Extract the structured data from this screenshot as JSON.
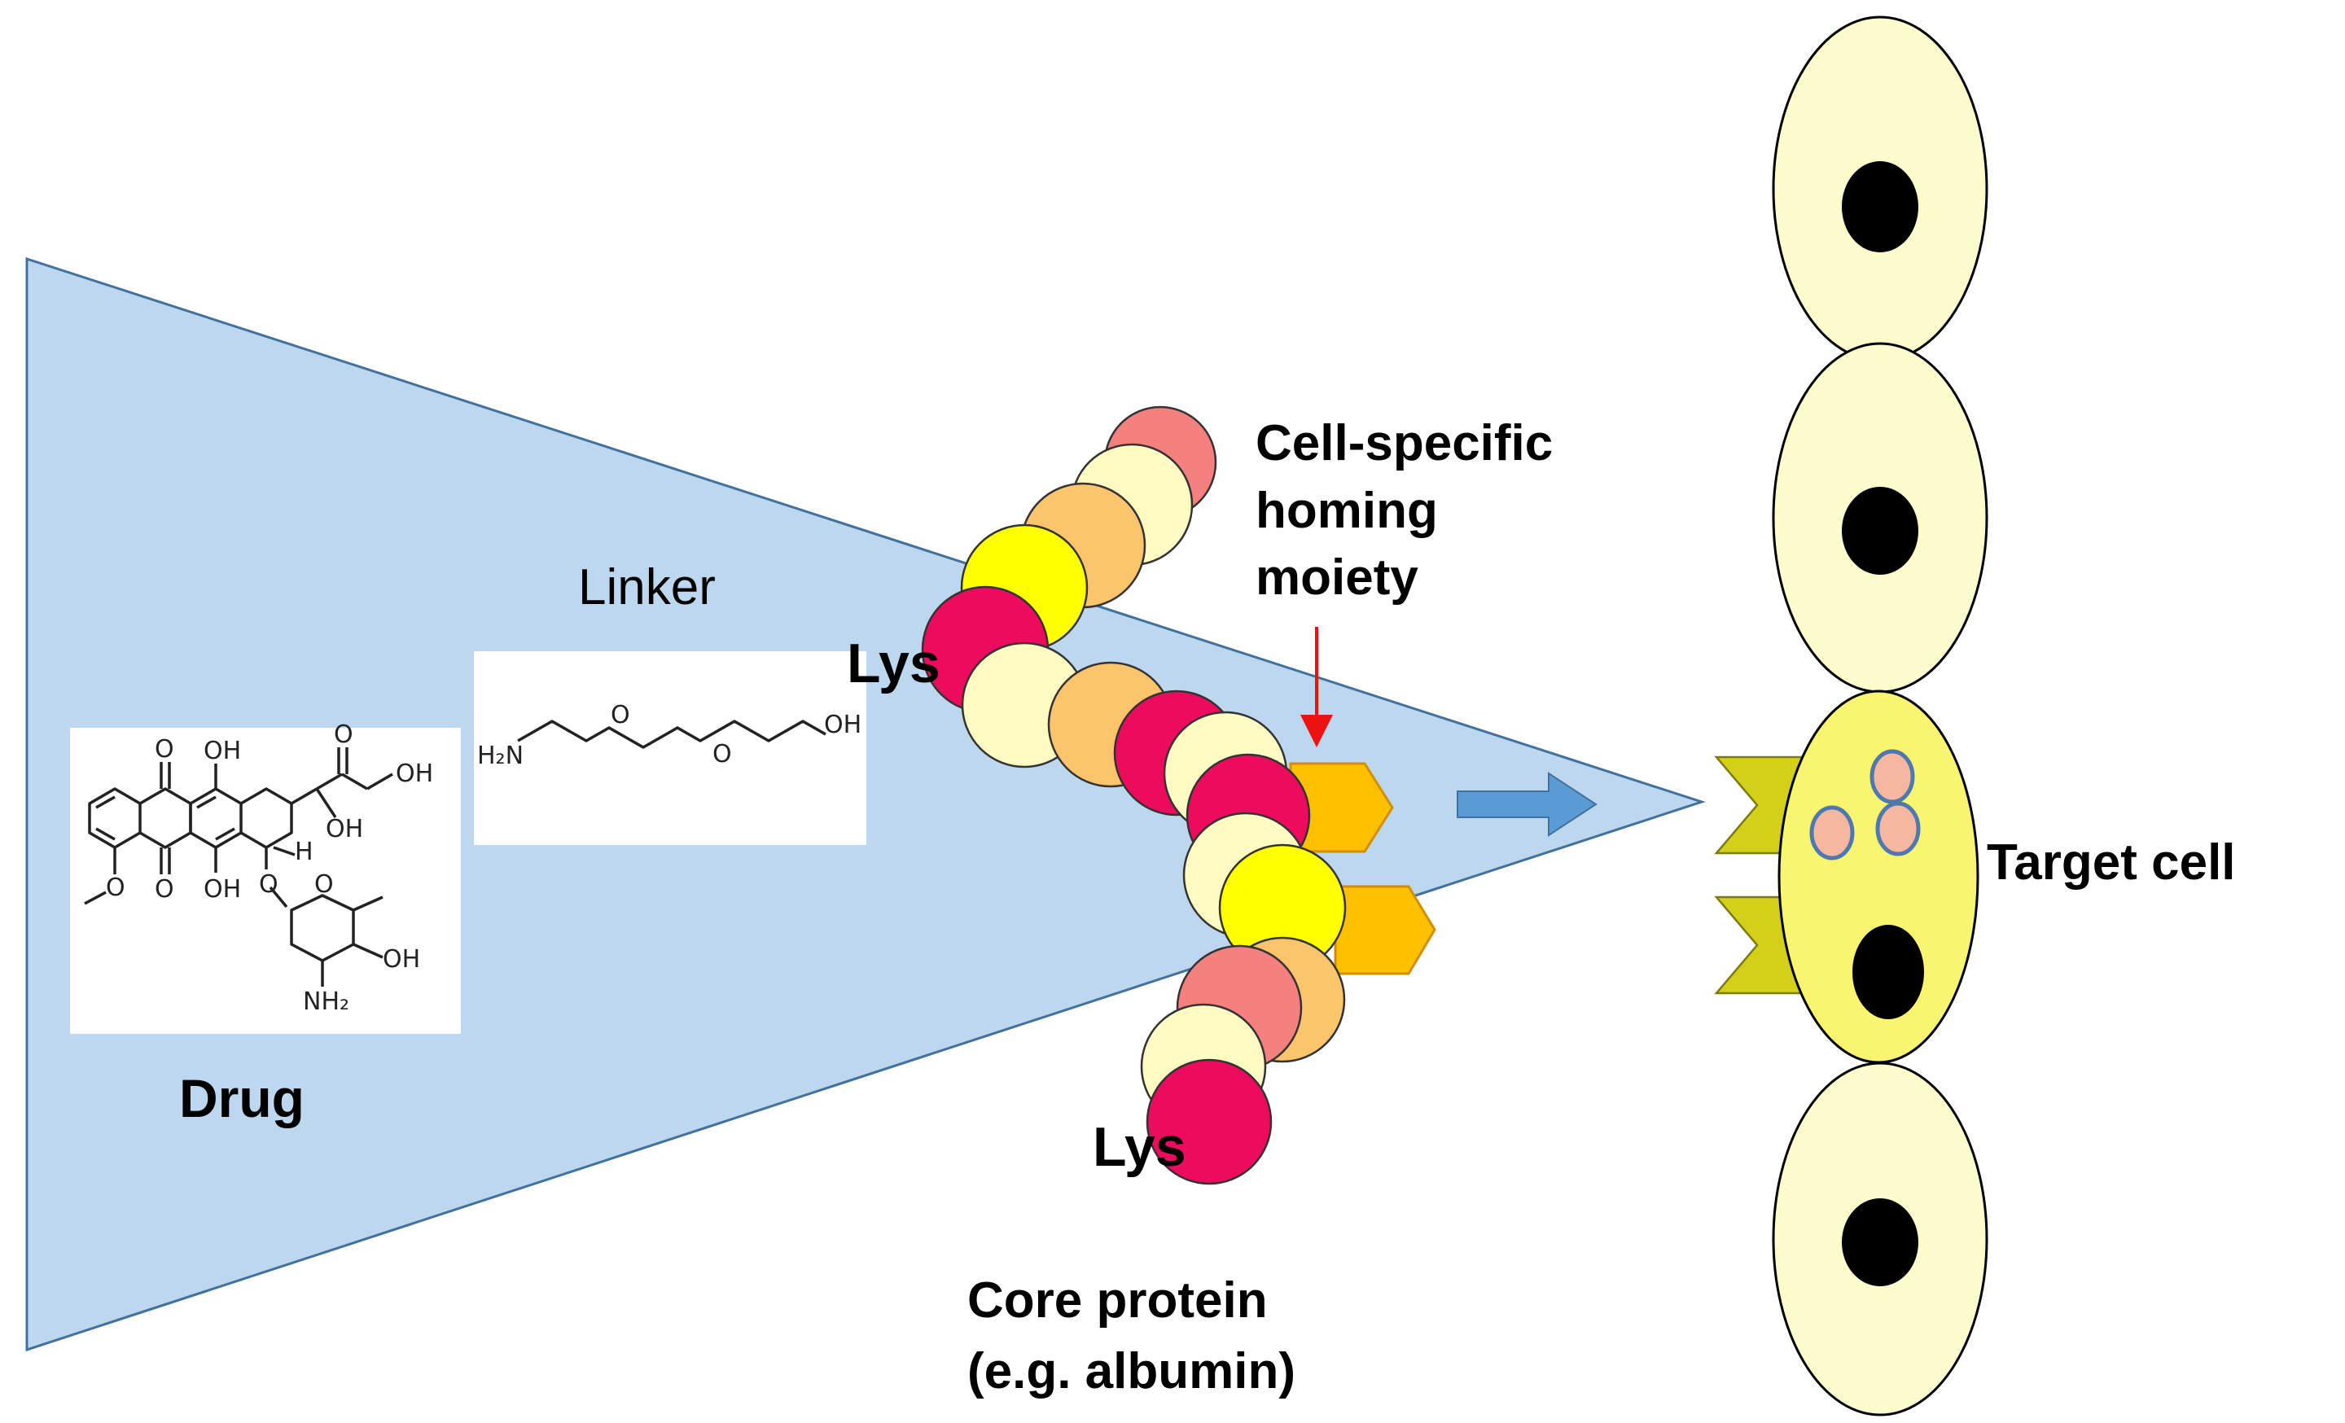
{
  "labels": {
    "linker": "Linker",
    "drug": "Drug",
    "lys_upper": "Lys",
    "lys_lower": "Lys",
    "homing_line1": "Cell-specific",
    "homing_line2": "homing",
    "homing_line3": "moiety",
    "target_cell": "Target cell",
    "core_line1": "Core protein",
    "core_line2": "(e.g. albumin)"
  },
  "chemistry": {
    "linker": {
      "amine": "H₂N",
      "ether1": "O",
      "ether2": "O",
      "hydroxyl": "OH"
    },
    "drug": {
      "oh_top_left": "OH",
      "oh_top_right": "OH",
      "oh_mid": "OH",
      "oh_bottom": "OH",
      "oh_sugar": "OH",
      "carbonyl_top": "O",
      "carbonyl_bottom": "O",
      "carbonyl_side": "O",
      "methoxy": "O",
      "ring_o": "O",
      "glyco_o": "O",
      "hydrogen": "H",
      "amine": "NH₂"
    }
  },
  "colors": {
    "cone": "#bdd7ee",
    "cone_stroke": "#41719c",
    "cell_normal": "#fdfccc",
    "cell_target": "#f9f570",
    "nucleus": "#000000",
    "receptor": "#d4d01a",
    "homing_tag": "#ffc000",
    "bead_magenta": "#ec0b5c",
    "bead_yellow": "#ffff00",
    "bead_cream": "#fffbc2",
    "bead_orange": "#fcc46c",
    "bead_salmon": "#f48080",
    "arrow_blue": "#5b9bd5",
    "pointer_red": "#ee1111"
  }
}
